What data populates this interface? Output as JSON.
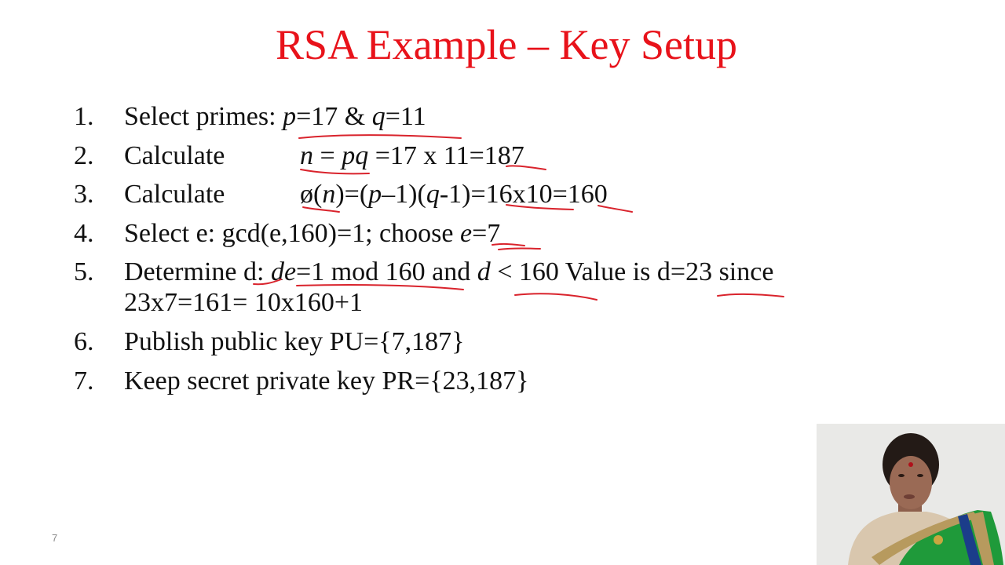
{
  "slide": {
    "title": "RSA Example – Key Setup",
    "title_color": "#e8121a",
    "page_number": "7",
    "items": [
      {
        "number": "1.",
        "label": "Select primes: ",
        "p_var": "p",
        "p_val": "=17 & ",
        "q_var": "q",
        "q_val": "=11"
      },
      {
        "number": "2.",
        "label": "Calculate",
        "n_var": "n",
        "eq1": " = ",
        "pq_var": "pq",
        "rest": " =17 x 11=187"
      },
      {
        "number": "3.",
        "label": "Calculate",
        "phi": "ø(",
        "n_var": "n",
        "mid1": ")=(",
        "p_var": "p",
        "mid2": "–1)(",
        "q_var": "q",
        "rest": "-1)=16x10=160"
      },
      {
        "number": "4.",
        "label": "Select e: gcd(e,160)=1; choose ",
        "e_var": "e",
        "e_val": "=7"
      },
      {
        "number": "5.",
        "label": "Determine d: ",
        "de_var": "de",
        "mid1": "=1 mod 160 and ",
        "d_var": "d",
        "rest": " < 160 Value is d=23 since",
        "line2": "23x7=161= 10x160+1"
      },
      {
        "number": "6.",
        "text": "Publish public key PU={7,187}"
      },
      {
        "number": "7.",
        "text": "Keep secret private key PR={23,187}"
      }
    ]
  },
  "annotations": {
    "ink_color": "#d9232c"
  },
  "webcam": {
    "description": "presenter webcam overlay",
    "background": "#e9e9e7",
    "saree_green": "#1f9a3a",
    "blouse": "#d9c7ae",
    "skin": "#9a6a55",
    "hair": "#231a16"
  }
}
